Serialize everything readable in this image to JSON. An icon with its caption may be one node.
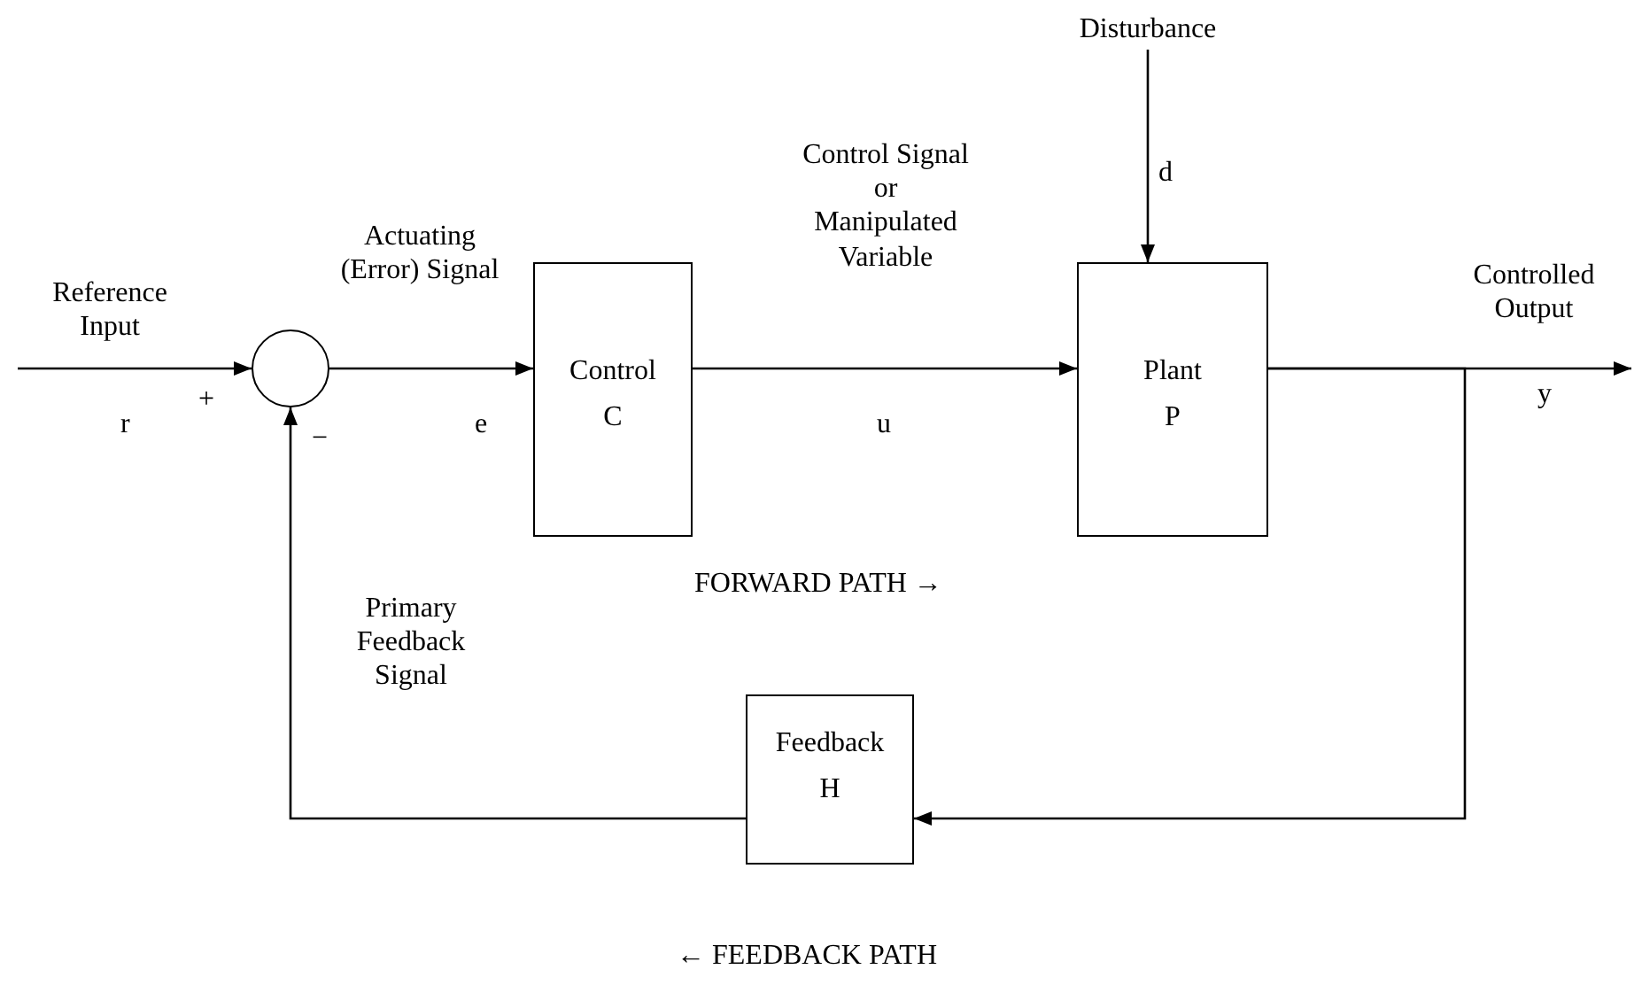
{
  "diagram": {
    "nodes": [
      {
        "text": [],
        "shape": "circle",
        "beside": [
          "+",
          "−"
        ]
      },
      {
        "text": [
          "Control",
          "C"
        ]
      },
      {
        "text": [
          "Plant",
          "P"
        ]
      },
      {
        "text": [
          "Feedback",
          "H"
        ]
      },
      {
        "text": [
          "Disturbance"
        ]
      }
    ],
    "edges": [
      {
        "from": null,
        "to": 0,
        "arrow": "to",
        "label": "Reference Input"
      },
      {
        "from": 0,
        "to": 1,
        "arrow": "to",
        "label": "Actuating (Error) Signal"
      },
      {
        "from": 1,
        "to": 2,
        "arrow": "to",
        "label": "Control Signal or Manipulated Variable"
      },
      {
        "from": 2,
        "to": null,
        "arrow": "to",
        "label": "Controlled Output"
      },
      {
        "from": 2,
        "to": 3,
        "arrow": "to"
      },
      {
        "from": 3,
        "to": 0,
        "arrow": "to",
        "label": "Primary Feedback Signal"
      },
      {
        "from": 4,
        "to": 2,
        "arrow": "to"
      }
    ],
    "labels": [
      "r",
      "e",
      "u",
      "y",
      "d",
      "FORWARD PATH →",
      "← FEEDBACK PATH"
    ]
  }
}
